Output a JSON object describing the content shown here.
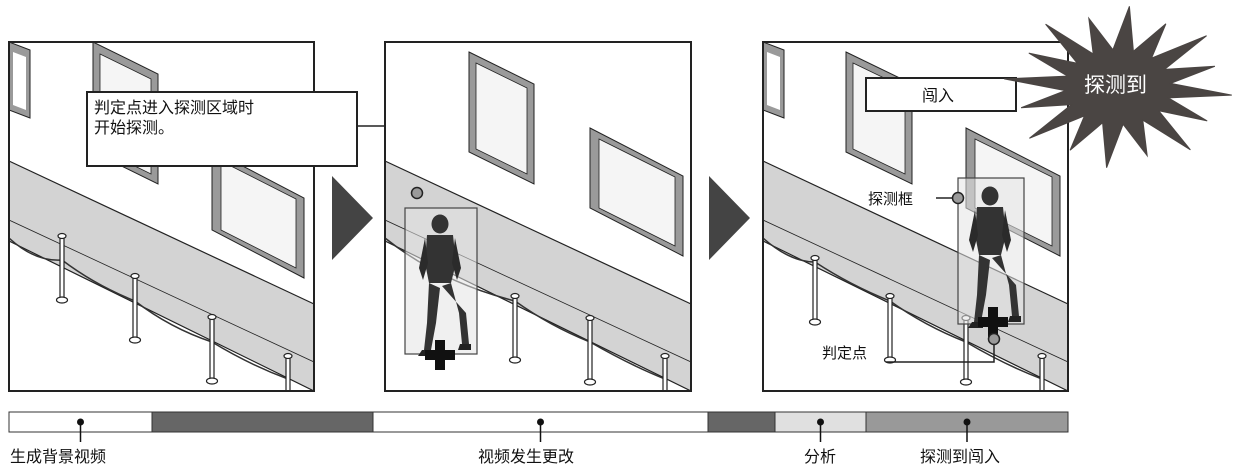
{
  "callout_text": [
    "判定点进入探测区域时",
    "开始探测。"
  ],
  "intrusion_label": "闯入",
  "detected_badge": "探测到",
  "detection_frame_label": "探测框",
  "judgment_point_label": "判定点",
  "timeline": {
    "phases": [
      {
        "label": "生成背景视频",
        "color": "#ffffff"
      },
      {
        "label": "",
        "color": "#666666"
      },
      {
        "label": "视频发生更改",
        "color": "#ffffff"
      },
      {
        "label": "",
        "color": "#666666"
      },
      {
        "label": "分析",
        "color": "#e0e0e0"
      },
      {
        "label": "探测到闯入",
        "color": "#999999"
      }
    ]
  },
  "colors": {
    "floor": "#d3d3d3",
    "frame_gray": "#9a9a9a",
    "dark": "#3a3a3a",
    "arrow": "#444444",
    "star": "#4a4543",
    "person": "#333333"
  }
}
